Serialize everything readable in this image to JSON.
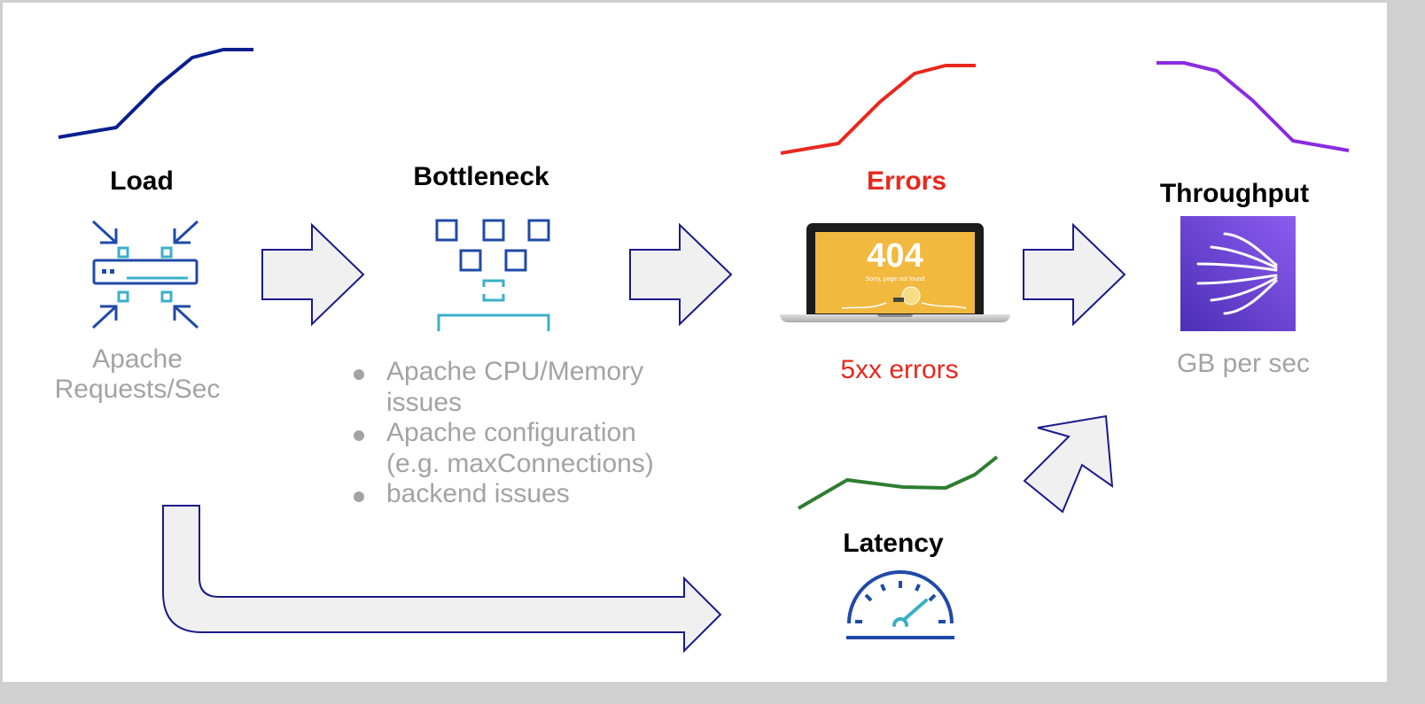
{
  "load": {
    "title": "Load",
    "caption_line1": "Apache",
    "caption_line2": "Requests/Sec",
    "color": "#000000",
    "line_color": "#0a1f8f",
    "icon": "server-compress-icon"
  },
  "bottleneck": {
    "title": "Bottleneck",
    "color": "#000000",
    "icon": "funnel-boxes-icon",
    "bullets": [
      "Apache CPU/Memory issues",
      "Apache configuration (e.g. maxConnections)",
      "backend issues"
    ]
  },
  "errors": {
    "title": "Errors",
    "caption": "5xx errors",
    "color": "#e8281e",
    "line_color": "#e8281e",
    "icon": "laptop-404-icon",
    "screen_code": "404",
    "screen_message": "Sorry, page not found"
  },
  "throughput": {
    "title": "Throughput",
    "caption": "GB per sec",
    "color": "#000000",
    "line_color": "#8a2be2",
    "icon": "flow-lines-icon"
  },
  "latency": {
    "title": "Latency",
    "color": "#000000",
    "line_color": "#2e7d32",
    "icon": "speedometer-icon"
  },
  "arrows": {
    "fill": "#f0f0f0",
    "stroke": "#1a1a8c"
  }
}
